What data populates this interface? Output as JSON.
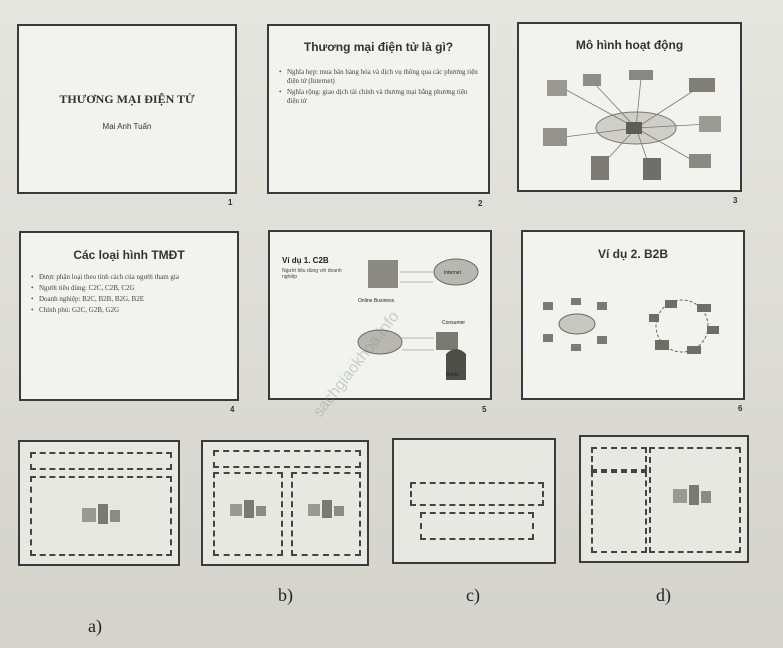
{
  "slides": [
    {
      "number": "1",
      "title": "THƯƠNG MẠI ĐIỆN TỬ",
      "subtitle": "Mai Anh Tuấn"
    },
    {
      "number": "2",
      "title": "Thương mại điện tử là gì?",
      "bullets": [
        "Nghĩa hẹp: mua bán hàng hóa và dịch vụ thông qua các phương tiện điện tử (Internet)",
        "Nghĩa rộng: giao dịch tài chính và thương mại bằng phương tiện điện tử"
      ]
    },
    {
      "number": "3",
      "title": "Mô hình hoạt động"
    },
    {
      "number": "4",
      "title": "Các loại hình TMĐT",
      "bullets": [
        "Được phân loại theo tính cách của người tham gia",
        "Người tiêu dùng: C2C, C2B, C2G",
        "Doanh nghiệp: B2C, B2B, B2G, B2E",
        "Chính phủ: G2C, G2B, G2G"
      ]
    },
    {
      "number": "5",
      "title": "Ví dụ 1. C2B",
      "note": "Người tiêu dùng với doanh nghiệp",
      "labels": {
        "internet": "Internet",
        "consumer": "Consumer",
        "buyer": "Buyer",
        "online": "Online Business"
      }
    },
    {
      "number": "6",
      "title": "Ví dụ 2. B2B"
    }
  ],
  "layouts": [
    {
      "label": "a)"
    },
    {
      "label": "b)"
    },
    {
      "label": "c)"
    },
    {
      "label": "d)"
    }
  ],
  "watermark": "sachgiaokhoa.info"
}
